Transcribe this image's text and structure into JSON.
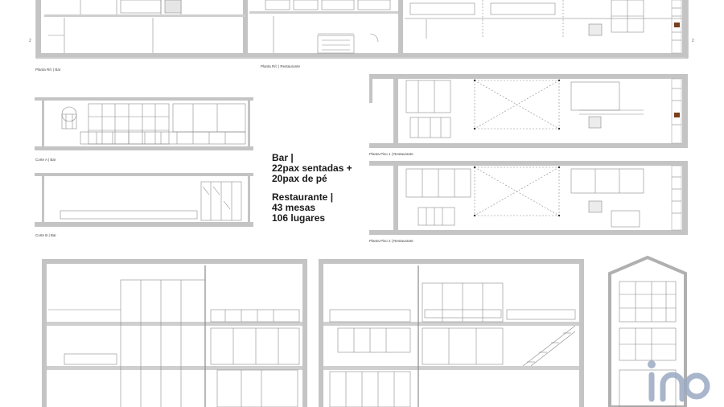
{
  "captions": {
    "plan_rc_bar": "Planta R/c | Bar",
    "plan_rc_restaurant": "Planta R/c | Restaurante",
    "section_a_bar": "Corte A | Bar",
    "section_b_bar": "Corte B | Bar",
    "plan_floor1_restaurant": "Planta Piso 1 | Restaurante",
    "plan_floor2_restaurant": "Planta Piso 2 | Restaurante"
  },
  "notes": {
    "bar_title": "Bar |",
    "bar_line1": "22pax sentadas +",
    "bar_line2": "20pax de pé",
    "restaurant_title": "Restaurante |",
    "restaurant_line1": "43 mesas",
    "restaurant_line2": "106 lugares"
  },
  "colors": {
    "wall": "#b9b9b9",
    "line": "#8a8a8a",
    "accent_wood": "#7a3f1e",
    "logo": "#9aa9c2"
  },
  "icons": {
    "logo": "brand-logo-icon"
  }
}
